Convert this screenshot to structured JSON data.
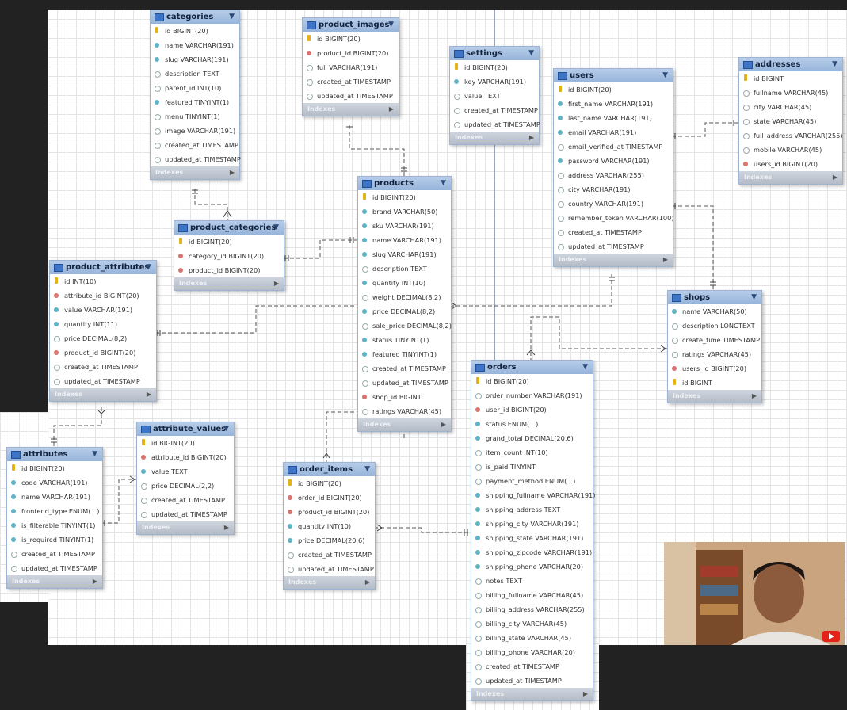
{
  "index_label": "Indexes",
  "tables": [
    {
      "id": "categories",
      "name": "categories",
      "columns": [
        {
          "k": "pk",
          "t": "id BIGINT(20)"
        },
        {
          "k": "nn",
          "t": "name VARCHAR(191)"
        },
        {
          "k": "nn",
          "t": "slug VARCHAR(191)"
        },
        {
          "k": "nl",
          "t": "description TEXT"
        },
        {
          "k": "nl",
          "t": "parent_id INT(10)"
        },
        {
          "k": "nn",
          "t": "featured TINYINT(1)"
        },
        {
          "k": "nl",
          "t": "menu TINYINT(1)"
        },
        {
          "k": "nl",
          "t": "image VARCHAR(191)"
        },
        {
          "k": "nl",
          "t": "created_at TIMESTAMP"
        },
        {
          "k": "nl",
          "t": "updated_at TIMESTAMP"
        }
      ]
    },
    {
      "id": "product_images",
      "name": "product_images",
      "columns": [
        {
          "k": "pk",
          "t": "id BIGINT(20)"
        },
        {
          "k": "fk",
          "t": "product_id BIGINT(20)"
        },
        {
          "k": "nl",
          "t": "full VARCHAR(191)"
        },
        {
          "k": "nl",
          "t": "created_at TIMESTAMP"
        },
        {
          "k": "nl",
          "t": "updated_at TIMESTAMP"
        }
      ]
    },
    {
      "id": "settings",
      "name": "settings",
      "columns": [
        {
          "k": "pk",
          "t": "id BIGINT(20)"
        },
        {
          "k": "nn",
          "t": "key VARCHAR(191)"
        },
        {
          "k": "nl",
          "t": "value TEXT"
        },
        {
          "k": "nl",
          "t": "created_at TIMESTAMP"
        },
        {
          "k": "nl",
          "t": "updated_at TIMESTAMP"
        }
      ]
    },
    {
      "id": "users",
      "name": "users",
      "columns": [
        {
          "k": "pk",
          "t": "id BIGINT(20)"
        },
        {
          "k": "nn",
          "t": "first_name VARCHAR(191)"
        },
        {
          "k": "nn",
          "t": "last_name VARCHAR(191)"
        },
        {
          "k": "nn",
          "t": "email VARCHAR(191)"
        },
        {
          "k": "nl",
          "t": "email_verified_at TIMESTAMP"
        },
        {
          "k": "nn",
          "t": "password VARCHAR(191)"
        },
        {
          "k": "nl",
          "t": "address VARCHAR(255)"
        },
        {
          "k": "nl",
          "t": "city VARCHAR(191)"
        },
        {
          "k": "nl",
          "t": "country VARCHAR(191)"
        },
        {
          "k": "nl",
          "t": "remember_token VARCHAR(100)"
        },
        {
          "k": "nl",
          "t": "created_at TIMESTAMP"
        },
        {
          "k": "nl",
          "t": "updated_at TIMESTAMP"
        }
      ]
    },
    {
      "id": "addresses",
      "name": "addresses",
      "columns": [
        {
          "k": "pk",
          "t": "id BIGINT"
        },
        {
          "k": "nl",
          "t": "fullname VARCHAR(45)"
        },
        {
          "k": "nl",
          "t": "city VARCHAR(45)"
        },
        {
          "k": "nl",
          "t": "state VARCHAR(45)"
        },
        {
          "k": "nl",
          "t": "full_address VARCHAR(255)"
        },
        {
          "k": "nl",
          "t": "mobile VARCHAR(45)"
        },
        {
          "k": "fk",
          "t": "users_id BIGINT(20)"
        }
      ]
    },
    {
      "id": "product_categories",
      "name": "product_categories",
      "columns": [
        {
          "k": "pk",
          "t": "id BIGINT(20)"
        },
        {
          "k": "fk",
          "t": "category_id BIGINT(20)"
        },
        {
          "k": "fk",
          "t": "product_id BIGINT(20)"
        }
      ]
    },
    {
      "id": "products",
      "name": "products",
      "columns": [
        {
          "k": "pk",
          "t": "id BIGINT(20)"
        },
        {
          "k": "nn",
          "t": "brand VARCHAR(50)"
        },
        {
          "k": "nn",
          "t": "sku VARCHAR(191)"
        },
        {
          "k": "nn",
          "t": "name VARCHAR(191)"
        },
        {
          "k": "nn",
          "t": "slug VARCHAR(191)"
        },
        {
          "k": "nl",
          "t": "description TEXT"
        },
        {
          "k": "nn",
          "t": "quantity INT(10)"
        },
        {
          "k": "nl",
          "t": "weight DECIMAL(8,2)"
        },
        {
          "k": "nn",
          "t": "price DECIMAL(8,2)"
        },
        {
          "k": "nl",
          "t": "sale_price DECIMAL(8,2)"
        },
        {
          "k": "nn",
          "t": "status TINYINT(1)"
        },
        {
          "k": "nn",
          "t": "featured TINYINT(1)"
        },
        {
          "k": "nl",
          "t": "created_at TIMESTAMP"
        },
        {
          "k": "nl",
          "t": "updated_at TIMESTAMP"
        },
        {
          "k": "fk",
          "t": "shop_id BIGINT"
        },
        {
          "k": "nl",
          "t": "ratings VARCHAR(45)"
        }
      ]
    },
    {
      "id": "product_attributes",
      "name": "product_attributes",
      "columns": [
        {
          "k": "pk",
          "t": "id INT(10)"
        },
        {
          "k": "fk",
          "t": "attribute_id BIGINT(20)"
        },
        {
          "k": "nn",
          "t": "value VARCHAR(191)"
        },
        {
          "k": "nn",
          "t": "quantity INT(11)"
        },
        {
          "k": "nl",
          "t": "price DECIMAL(8,2)"
        },
        {
          "k": "fk",
          "t": "product_id BIGINT(20)"
        },
        {
          "k": "nl",
          "t": "created_at TIMESTAMP"
        },
        {
          "k": "nl",
          "t": "updated_at TIMESTAMP"
        }
      ]
    },
    {
      "id": "shops",
      "name": "shops",
      "columns": [
        {
          "k": "nn",
          "t": "name VARCHAR(50)"
        },
        {
          "k": "nl",
          "t": "description LONGTEXT"
        },
        {
          "k": "nl",
          "t": "create_time TIMESTAMP"
        },
        {
          "k": "nl",
          "t": "ratings VARCHAR(45)"
        },
        {
          "k": "fk",
          "t": "users_id BIGINT(20)"
        },
        {
          "k": "pk",
          "t": "id BIGINT"
        }
      ]
    },
    {
      "id": "orders",
      "name": "orders",
      "columns": [
        {
          "k": "pk",
          "t": "id BIGINT(20)"
        },
        {
          "k": "nl",
          "t": "order_number VARCHAR(191)"
        },
        {
          "k": "fk",
          "t": "user_id BIGINT(20)"
        },
        {
          "k": "nn",
          "t": "status ENUM(...)"
        },
        {
          "k": "nn",
          "t": "grand_total DECIMAL(20,6)"
        },
        {
          "k": "nl",
          "t": "item_count INT(10)"
        },
        {
          "k": "nl",
          "t": "is_paid TINYINT"
        },
        {
          "k": "nl",
          "t": "payment_method ENUM(...)"
        },
        {
          "k": "nn",
          "t": "shipping_fullname VARCHAR(191)"
        },
        {
          "k": "nn",
          "t": "shipping_address TEXT"
        },
        {
          "k": "nn",
          "t": "shipping_city VARCHAR(191)"
        },
        {
          "k": "nn",
          "t": "shipping_state VARCHAR(191)"
        },
        {
          "k": "nn",
          "t": "shipping_zipcode VARCHAR(191)"
        },
        {
          "k": "nn",
          "t": "shipping_phone VARCHAR(20)"
        },
        {
          "k": "nl",
          "t": "notes TEXT"
        },
        {
          "k": "nl",
          "t": "billing_fullname VARCHAR(45)"
        },
        {
          "k": "nl",
          "t": "billing_address VARCHAR(255)"
        },
        {
          "k": "nl",
          "t": "billing_city VARCHAR(45)"
        },
        {
          "k": "nl",
          "t": "billing_state VARCHAR(45)"
        },
        {
          "k": "nl",
          "t": "billing_phone VARCHAR(20)"
        },
        {
          "k": "nl",
          "t": "created_at TIMESTAMP"
        },
        {
          "k": "nl",
          "t": "updated_at TIMESTAMP"
        }
      ]
    },
    {
      "id": "attributes",
      "name": "attributes",
      "columns": [
        {
          "k": "pk",
          "t": "id BIGINT(20)"
        },
        {
          "k": "nn",
          "t": "code VARCHAR(191)"
        },
        {
          "k": "nn",
          "t": "name VARCHAR(191)"
        },
        {
          "k": "nn",
          "t": "frontend_type ENUM(...)"
        },
        {
          "k": "nn",
          "t": "is_filterable TINYINT(1)"
        },
        {
          "k": "nn",
          "t": "is_required TINYINT(1)"
        },
        {
          "k": "nl",
          "t": "created_at TIMESTAMP"
        },
        {
          "k": "nl",
          "t": "updated_at TIMESTAMP"
        }
      ]
    },
    {
      "id": "attribute_values",
      "name": "attribute_values",
      "columns": [
        {
          "k": "pk",
          "t": "id BIGINT(20)"
        },
        {
          "k": "fk",
          "t": "attribute_id BIGINT(20)"
        },
        {
          "k": "nn",
          "t": "value TEXT"
        },
        {
          "k": "nl",
          "t": "price DECIMAL(2,2)"
        },
        {
          "k": "nl",
          "t": "created_at TIMESTAMP"
        },
        {
          "k": "nl",
          "t": "updated_at TIMESTAMP"
        }
      ]
    },
    {
      "id": "order_items",
      "name": "order_items",
      "columns": [
        {
          "k": "pk",
          "t": "id BIGINT(20)"
        },
        {
          "k": "fk",
          "t": "order_id BIGINT(20)"
        },
        {
          "k": "fk",
          "t": "product_id BIGINT(20)"
        },
        {
          "k": "nn",
          "t": "quantity INT(10)"
        },
        {
          "k": "nn",
          "t": "price DECIMAL(20,6)"
        },
        {
          "k": "nl",
          "t": "created_at TIMESTAMP"
        },
        {
          "k": "nl",
          "t": "updated_at TIMESTAMP"
        }
      ]
    }
  ],
  "colors": {
    "header": "#a9c3e5",
    "pk": "#e2b318",
    "fk": "#d8736e",
    "not_null": "#5fb3c4"
  }
}
